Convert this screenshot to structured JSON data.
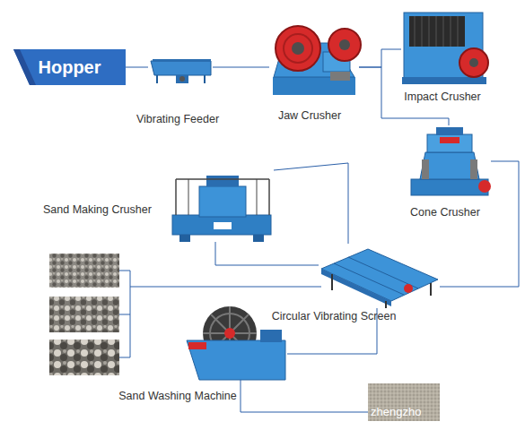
{
  "diagram": {
    "nodes": [
      {
        "text": [
          "Hopper"
        ]
      },
      {
        "text": [
          "Vibrating Feeder"
        ]
      },
      {
        "text": [
          "Jaw Crusher"
        ]
      },
      {
        "text": [
          "Impact Crusher"
        ]
      },
      {
        "text": [
          "Cone Crusher"
        ]
      },
      {
        "text": [
          "Sand Making Crusher"
        ]
      },
      {
        "text": [
          "Circular Vibrating Screen"
        ]
      },
      {
        "text": [
          "Sand Washing Machine"
        ]
      }
    ],
    "edges": [
      {
        "from": 0,
        "to": 1,
        "arrow": "none"
      },
      {
        "from": 1,
        "to": 2,
        "arrow": "none"
      },
      {
        "from": 2,
        "to": 3,
        "arrow": "none"
      },
      {
        "from": 2,
        "to": 4,
        "arrow": "none"
      },
      {
        "from": 4,
        "to": 6,
        "arrow": "none"
      },
      {
        "from": 6,
        "to": 5,
        "arrow": "none"
      },
      {
        "from": 5,
        "to": 6,
        "arrow": "none"
      },
      {
        "from": 6,
        "to": 7,
        "arrow": "none"
      }
    ],
    "labels": [
      "zhengzho"
    ]
  }
}
